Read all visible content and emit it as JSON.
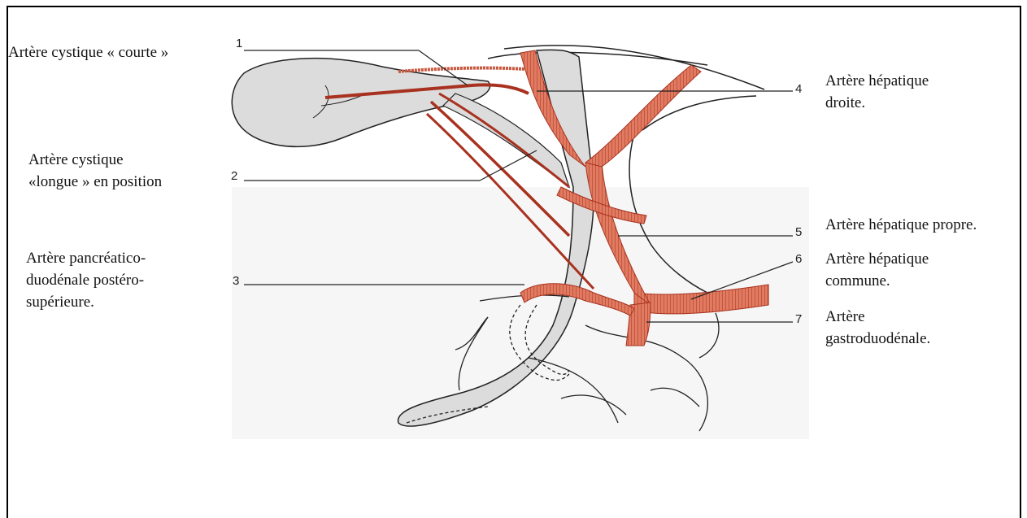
{
  "colors": {
    "artery": "#e07a60",
    "artery_stripe": "#a8321f",
    "organ_fill": "#dcdcdc",
    "line": "#222222"
  },
  "labels_left": {
    "cystique_courte": "Artère cystique « courte »",
    "cystique_longue_1": "Artère cystique",
    "cystique_longue_2": "«longue » en position",
    "pancreatico_1": "Artère pancréatico-",
    "pancreatico_2": "duodénale postéro-",
    "pancreatico_3": "supérieure."
  },
  "labels_right": {
    "hep_droite_1": "Artère hépatique",
    "hep_droite_2": "droite.",
    "hep_propre": "Artère hépatique propre.",
    "hep_commune_1": "Artère hépatique",
    "hep_commune_2": "commune.",
    "gastro_1": "Artère",
    "gastro_2": "gastroduodénale."
  },
  "numbers": {
    "n1": "1",
    "n2": "2",
    "n3": "3",
    "n4": "4",
    "n5": "5",
    "n6": "6",
    "n7": "7"
  }
}
